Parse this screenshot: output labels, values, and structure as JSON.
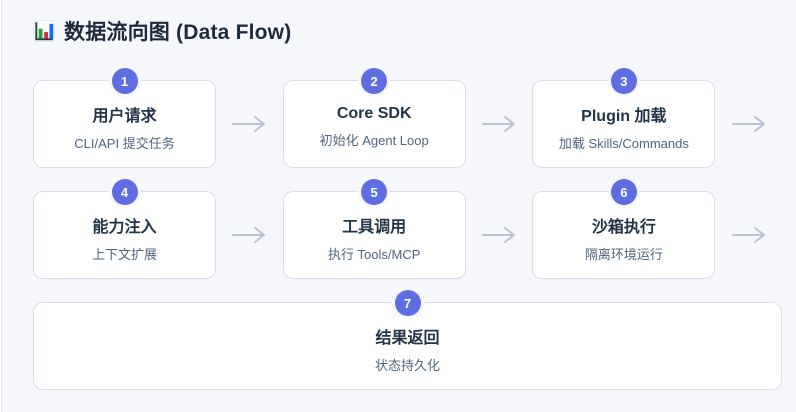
{
  "header": {
    "title": "数据流向图 (Data Flow)",
    "icon": "bar-chart-icon"
  },
  "flow": {
    "steps": [
      {
        "number": "1",
        "title": "用户请求",
        "subtitle": "CLI/API 提交任务"
      },
      {
        "number": "2",
        "title": "Core SDK",
        "subtitle": "初始化 Agent Loop"
      },
      {
        "number": "3",
        "title": "Plugin 加载",
        "subtitle": "加载 Skills/Commands"
      },
      {
        "number": "4",
        "title": "能力注入",
        "subtitle": "上下文扩展"
      },
      {
        "number": "5",
        "title": "工具调用",
        "subtitle": "执行 Tools/MCP"
      },
      {
        "number": "6",
        "title": "沙箱执行",
        "subtitle": "隔离环境运行"
      },
      {
        "number": "7",
        "title": "结果返回",
        "subtitle": "状态持久化"
      }
    ]
  },
  "colors": {
    "background": "#f5f7fa",
    "card_border": "#d7dfec",
    "badge": "#5e6ee0",
    "title_text": "#1e2b3d",
    "card_title_text": "#243447",
    "card_subtitle_text": "#53637d",
    "arrow": "#bac4d2",
    "icon_bar_green": "#1fa32a",
    "icon_bar_red": "#cf2e2e",
    "icon_bar_blue": "#1a6ced"
  }
}
